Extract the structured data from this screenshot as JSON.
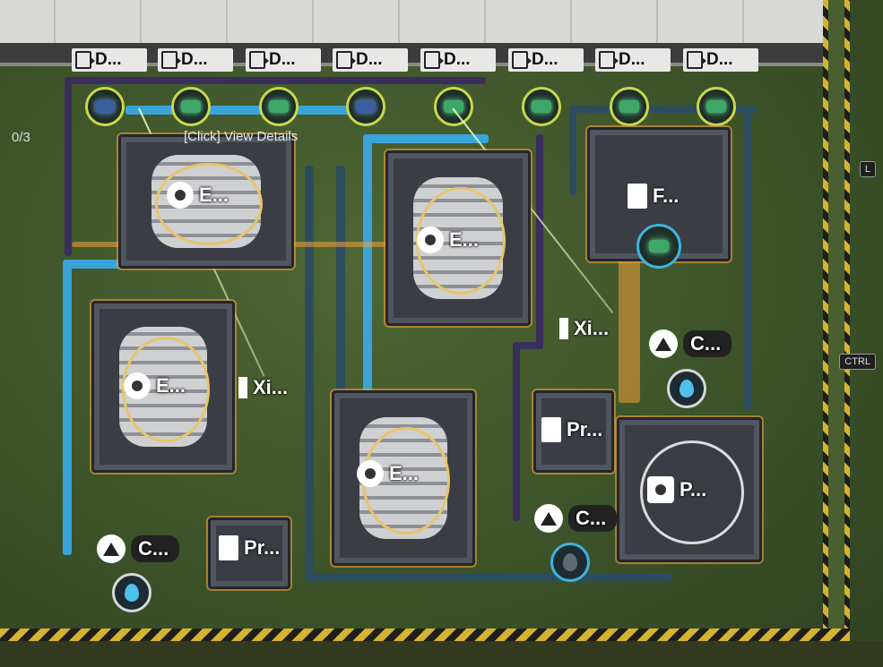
{
  "top_tags": [
    "D...",
    "D...",
    "D...",
    "D...",
    "D...",
    "D...",
    "D...",
    "D..."
  ],
  "hud": {
    "counter": "0/3",
    "hint": "[Click] View Details",
    "key_l": "L",
    "key_ctrl": "CTRL"
  },
  "machines": {
    "e1": "E...",
    "e2": "E...",
    "e3": "E...",
    "e4": "E...",
    "f1": "F...",
    "p1": "P...",
    "pr1": "Pr...",
    "pr2": "Pr..."
  },
  "small_units": {
    "xi1": "Xi...",
    "xi2": "Xi...",
    "c1": "C...",
    "c2": "C...",
    "c3": "C..."
  },
  "icons": {
    "tag": "document-arrow-icon",
    "fan": "fan-icon",
    "triangle": "triangle-icon",
    "drop": "water-drop-icon",
    "xi": "pillar-icon",
    "pr": "storage-icon",
    "p": "chevrons-icon"
  },
  "colors": {
    "grass": "#3c5329",
    "hazard_yellow": "#d4b330",
    "node_ring": "#c8d84a",
    "pipe_blue": "#3aa3d8",
    "pipe_dark": "#2d4d5e",
    "belt_orange": "#f0a03c"
  }
}
